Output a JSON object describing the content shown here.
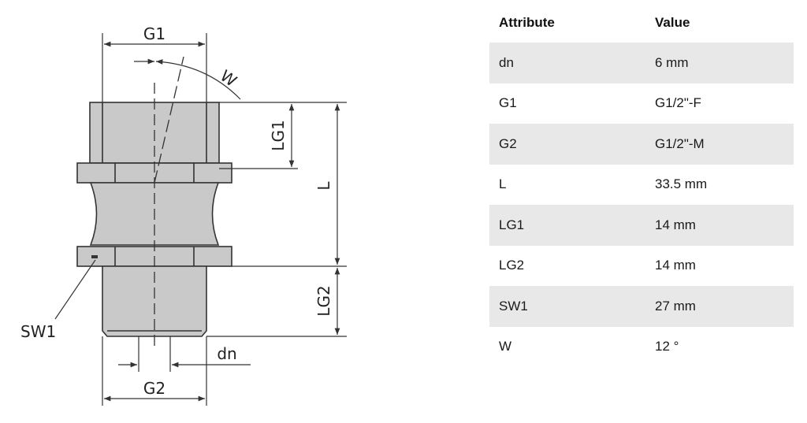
{
  "drawing": {
    "labels": {
      "g1": "G1",
      "g2": "G2",
      "w": "W",
      "lg1": "LG1",
      "lg2": "LG2",
      "l": "L",
      "sw1": "SW1",
      "dn": "dn"
    }
  },
  "table": {
    "headers": {
      "attribute": "Attribute",
      "value": "Value"
    },
    "rows": [
      {
        "attribute": "dn",
        "value": "6 mm"
      },
      {
        "attribute": "G1",
        "value": "G1/2\"-F"
      },
      {
        "attribute": "G2",
        "value": "G1/2\"-M"
      },
      {
        "attribute": "L",
        "value": "33.5 mm"
      },
      {
        "attribute": "LG1",
        "value": "14 mm"
      },
      {
        "attribute": "LG2",
        "value": "14 mm"
      },
      {
        "attribute": "SW1",
        "value": "27 mm"
      },
      {
        "attribute": "W",
        "value": "12 °"
      }
    ]
  }
}
